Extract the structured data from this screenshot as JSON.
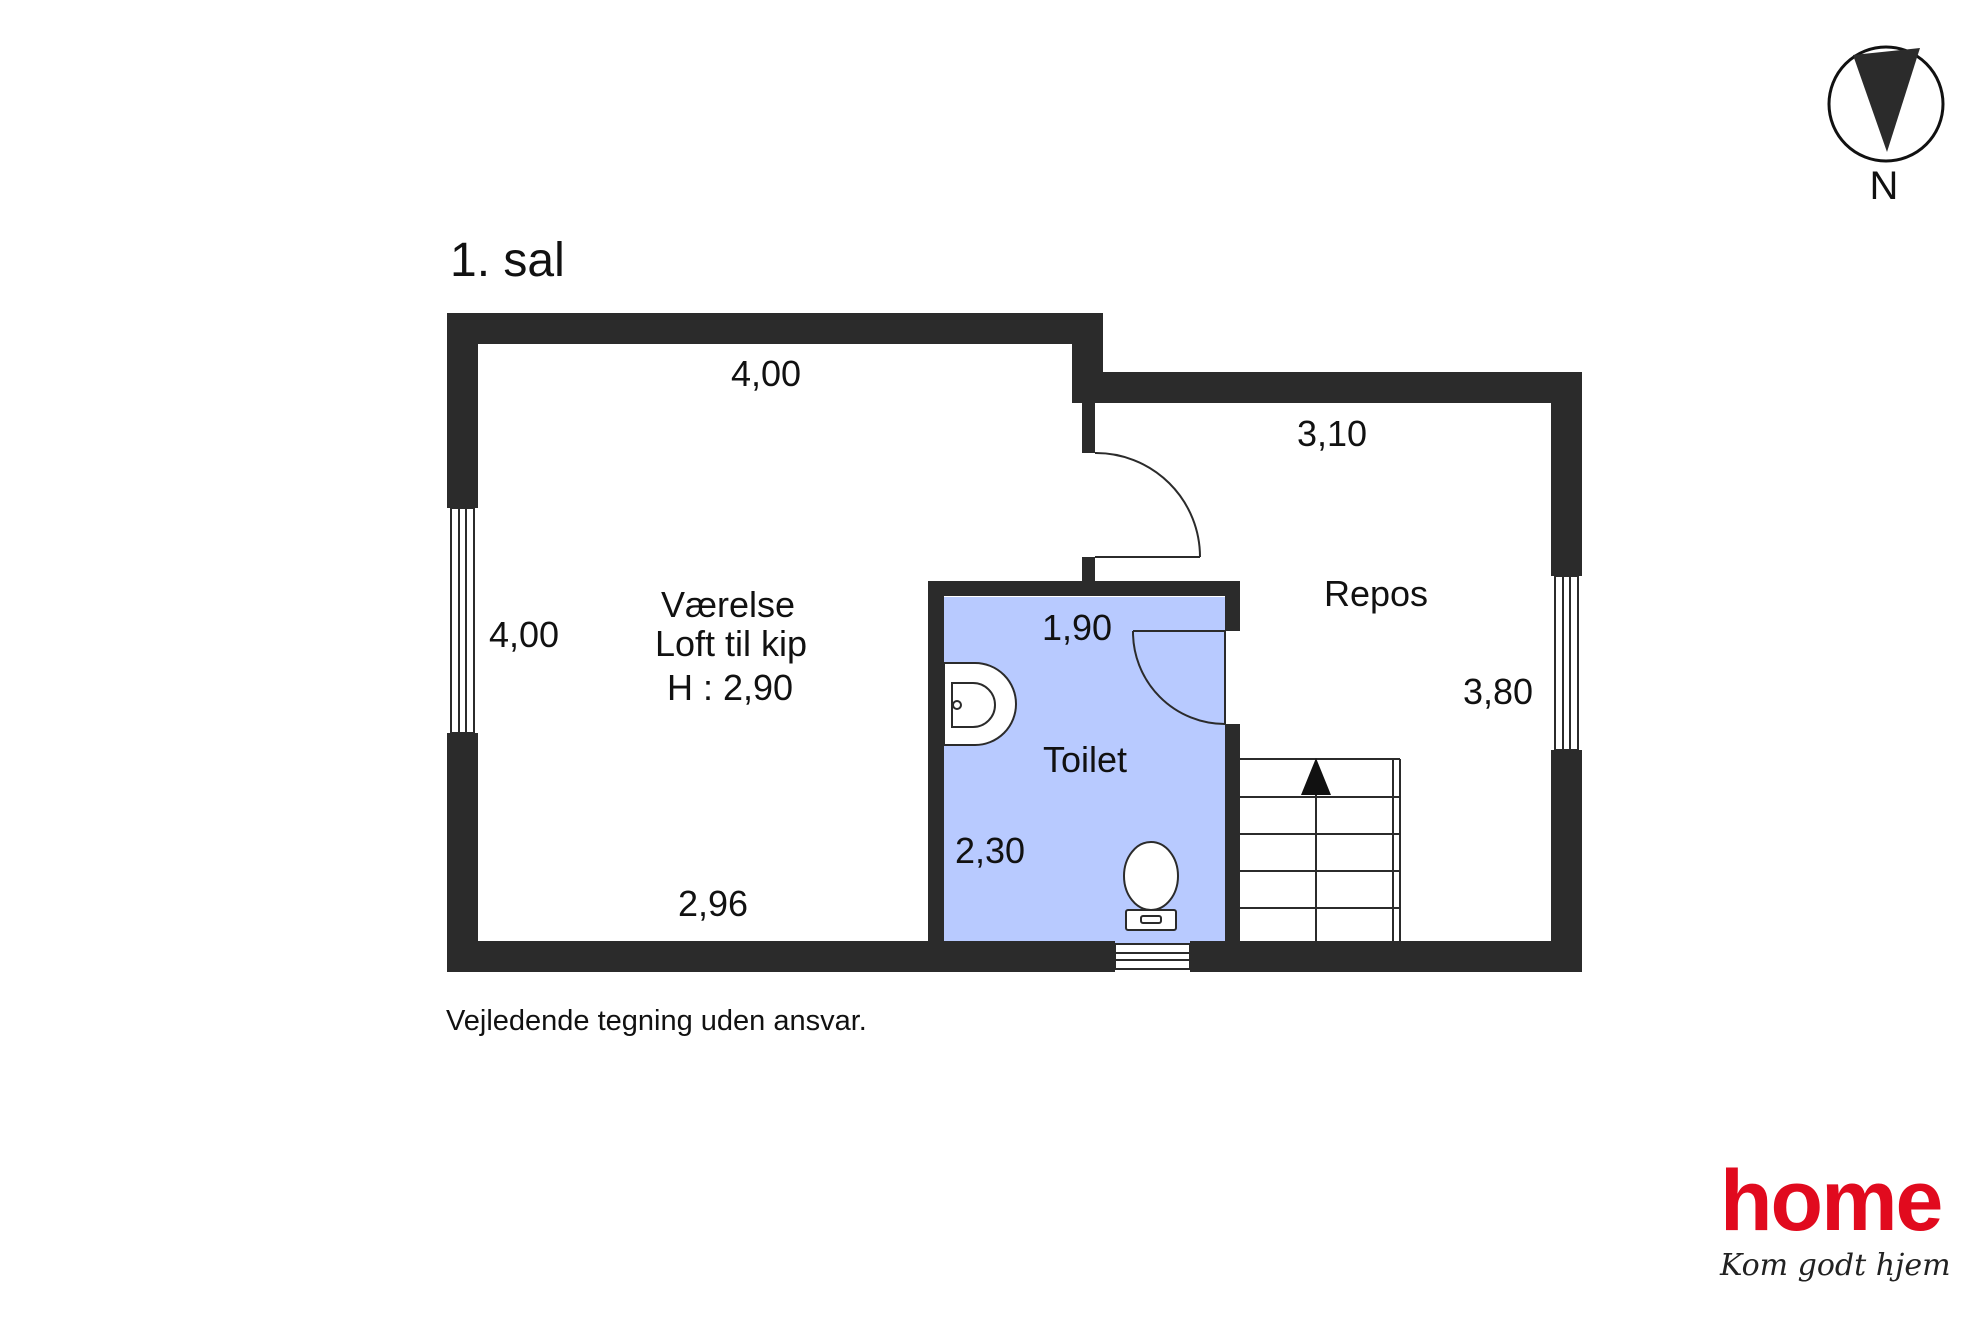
{
  "plan": {
    "floor_title": "1. sal",
    "disclaimer": "Vejledende tegning uden ansvar.",
    "compass_label": "N",
    "rooms": {
      "vaerelse": {
        "name": "Værelse",
        "line2": "Loft til kip",
        "line3": "H : 2,90",
        "dim_top": "4,00",
        "dim_left": "4,00",
        "dim_bottom": "2,96"
      },
      "repos": {
        "name": "Repos",
        "dim_top": "3,10",
        "dim_right": "3,80"
      },
      "toilet": {
        "name": "Toilet",
        "dim_top": "1,90",
        "dim_left": "2,30"
      }
    }
  },
  "brand": {
    "logo_text": "home",
    "slogan": "Kom godt hjem",
    "color": "#e10a1e"
  },
  "colors": {
    "wall": "#2b2b2b",
    "toilet_floor": "#b8caff"
  }
}
